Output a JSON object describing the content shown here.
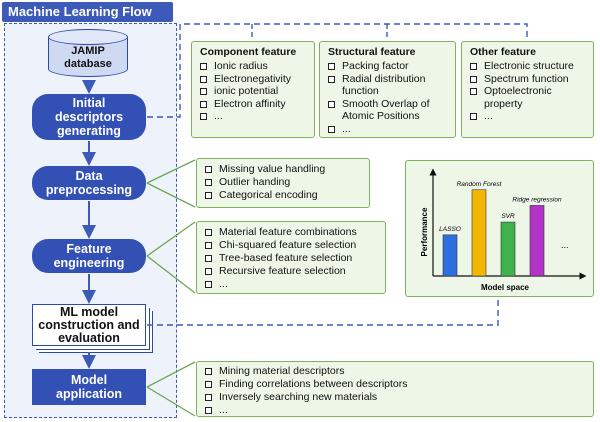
{
  "title": "Machine Learning Flow",
  "database": {
    "line1": "JAMIP",
    "line2": "database"
  },
  "steps": {
    "initial": {
      "line1": "Initial",
      "line2": "descriptors",
      "line3": "generating"
    },
    "preprocessing": {
      "line1": "Data",
      "line2": "preprocessing"
    },
    "engineering": {
      "line1": "Feature",
      "line2": "engineering"
    },
    "ml_model": {
      "line1": "ML model",
      "line2": "construction and",
      "line3": "evaluation"
    },
    "application": {
      "line1": "Model",
      "line2": "application"
    }
  },
  "component_feature": {
    "heading": "Component feature",
    "items": [
      "Ionic radius",
      "Electronegativity",
      "ionic potential",
      "Electron affinity",
      "..."
    ]
  },
  "structural_feature": {
    "heading": "Structural feature",
    "items": [
      "Packing factor",
      "Radial distribution function",
      "Smooth Overlap of Atomic Positions",
      "..."
    ]
  },
  "other_feature": {
    "heading": "Other feature",
    "items": [
      "Electronic structure",
      "Spectrum function",
      "Optoelectronic property",
      "..."
    ]
  },
  "preprocessing_items": [
    "Missing value handling",
    "Outlier handing",
    "Categorical encoding"
  ],
  "engineering_items": [
    "Material feature combinations",
    "Chi-squared feature selection",
    "Tree-based feature selection",
    "Recursive feature selection",
    "..."
  ],
  "application_items": [
    "Mining material descriptors",
    "Finding correlations between descriptors",
    "Inversely searching new materials",
    "..."
  ],
  "chart_data": {
    "type": "bar",
    "categories": [
      "LASSO",
      "Random Forest",
      "SVR",
      "Ridge regression"
    ],
    "values": [
      0.42,
      0.88,
      0.55,
      0.72
    ],
    "colors": [
      "#2e6fe0",
      "#f2b705",
      "#3fb24a",
      "#b234c6"
    ],
    "extra_label": "...",
    "xlabel": "Model space",
    "ylabel": "Performance",
    "ylim": [
      0,
      1
    ]
  }
}
